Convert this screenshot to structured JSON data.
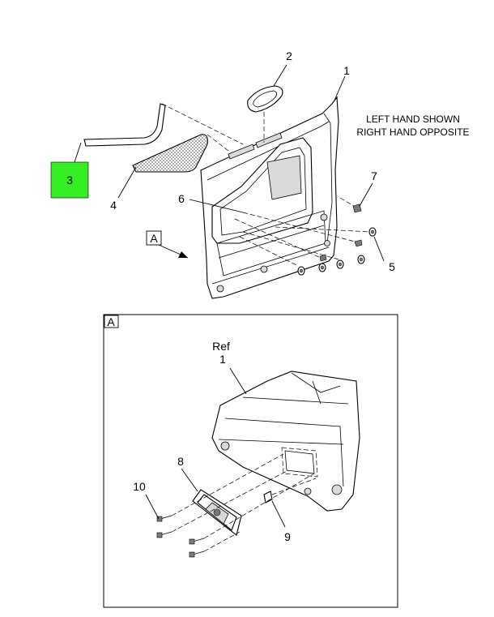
{
  "note": {
    "line1": "LEFT HAND SHOWN",
    "line2": "RIGHT HAND OPPOSITE"
  },
  "callouts": {
    "c1": "1",
    "c2": "2",
    "c3": "3",
    "c4": "4",
    "c5": "5",
    "c6": "6",
    "c7": "7",
    "c8": "8",
    "c9": "9",
    "c10": "10"
  },
  "view_label": "A",
  "detail": {
    "label": "A",
    "ref_text": "Ref",
    "ref_number": "1"
  },
  "colors": {
    "highlight": "#33ee22"
  }
}
